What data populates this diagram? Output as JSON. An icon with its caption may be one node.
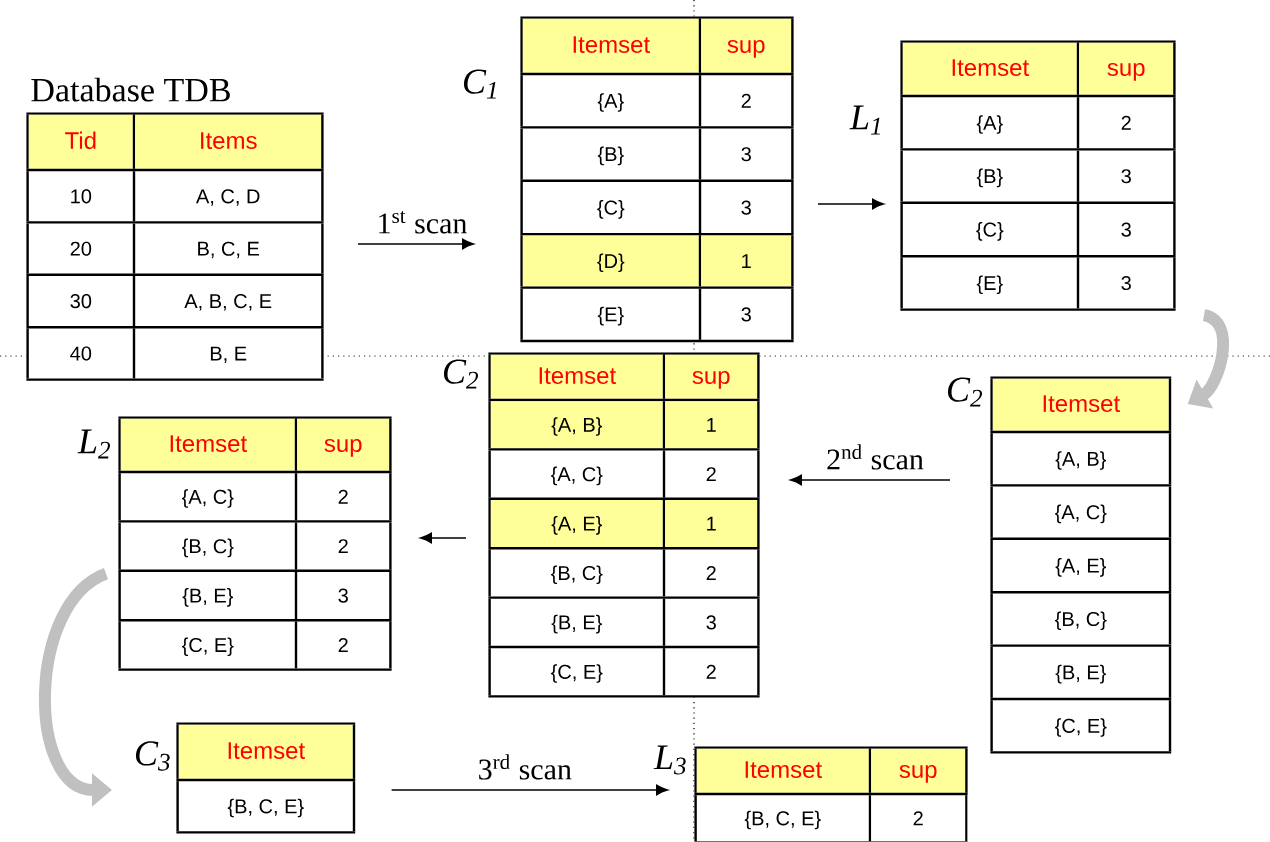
{
  "diagram": {
    "nodes": [
      {
        "text": [
          "Database TDB",
          "Tid",
          "Items",
          "10",
          "A, C, D",
          "20",
          "B, C, E",
          "30",
          "A, B, C, E",
          "40",
          "B, E"
        ]
      },
      {
        "text": [
          "Itemset",
          "sup",
          "{A}",
          "2",
          "{B}",
          "3",
          "{C}",
          "3",
          "{D}",
          "1",
          "{E}",
          "3"
        ],
        "beside": [
          "C$_{1}$"
        ]
      },
      {
        "text": [
          "Itemset",
          "sup",
          "{A}",
          "2",
          "{B}",
          "3",
          "{C}",
          "3",
          "{E}",
          "3"
        ],
        "beside": [
          "L$_{1}$"
        ]
      },
      {
        "text": [
          "Itemset",
          "sup",
          "{A, B}",
          "1",
          "{A, C}",
          "2",
          "{A, E}",
          "1",
          "{B, C}",
          "2",
          "{B, E}",
          "3",
          "{C, E}",
          "2"
        ],
        "beside": [
          "C$_{2}$"
        ]
      },
      {
        "text": [
          "Itemset",
          "sup",
          "{A, C}",
          "2",
          "{B, C}",
          "2",
          "{B, E}",
          "3",
          "{C, E}",
          "2"
        ],
        "beside": [
          "L$_{2}$"
        ]
      },
      {
        "text": [
          "Itemset",
          "{A, B}",
          "{A, C}",
          "{A, E}",
          "{B, C}",
          "{B, E}",
          "{C, E}"
        ],
        "beside": [
          "C$_{2}$"
        ]
      },
      {
        "text": [
          "Itemset",
          "{B, C, E}"
        ],
        "beside": [
          "C$_{3}$"
        ]
      },
      {
        "text": [
          "Itemset",
          "sup",
          "{B, C, E}",
          "2"
        ],
        "beside": [
          "L$_{3}$"
        ]
      }
    ],
    "edges": [
      {
        "from": 0,
        "to": 1,
        "arrow": "to",
        "label": "1$^{st}$ scan"
      },
      {
        "from": 1,
        "to": 2,
        "arrow": "to"
      },
      {
        "from": 2,
        "to": 5,
        "arrow": "to",
        "style": "thick",
        "color": "#c0c0c0"
      },
      {
        "from": 5,
        "to": 3,
        "arrow": "to",
        "label": "2$^{nd}$ scan"
      },
      {
        "from": 3,
        "to": 4,
        "arrow": "to"
      },
      {
        "from": 4,
        "to": 6,
        "arrow": "to",
        "style": "thick",
        "color": "#c0c0c0"
      },
      {
        "from": 6,
        "to": 7,
        "arrow": "to",
        "label": "3$^{rd}$ scan"
      }
    ]
  }
}
